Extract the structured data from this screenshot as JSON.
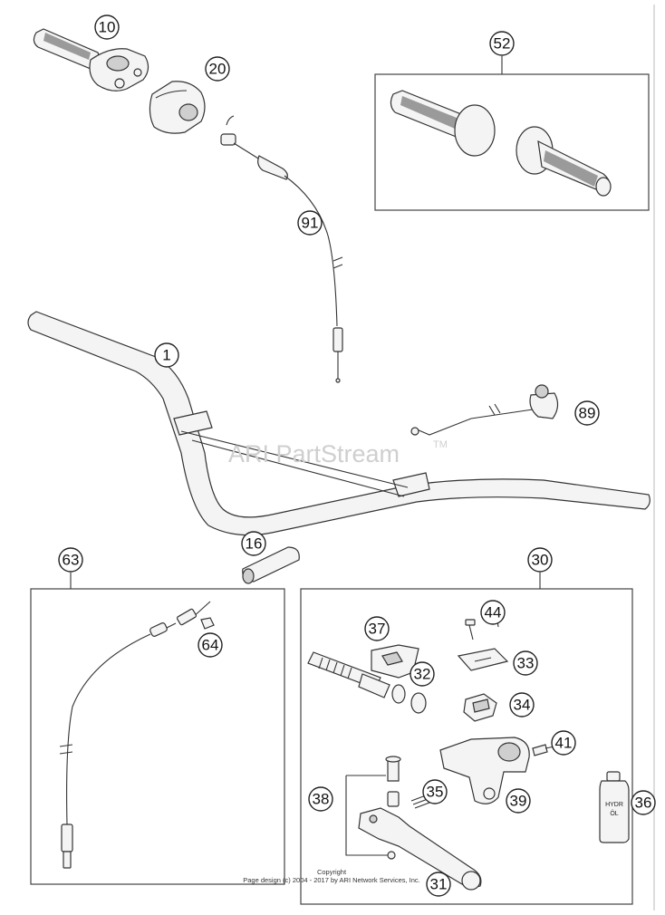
{
  "callouts": {
    "c1": "1",
    "c10": "10",
    "c16": "16",
    "c20": "20",
    "c30": "30",
    "c31": "31",
    "c32": "32",
    "c33": "33",
    "c34": "34",
    "c35": "35",
    "c36": "36",
    "c37": "37",
    "c38": "38",
    "c39": "39",
    "c41": "41",
    "c44": "44",
    "c52": "52",
    "c63": "63",
    "c64": "64",
    "c89": "89",
    "c91": "91"
  },
  "watermark": {
    "text": "ARI PartStream",
    "tm": "TM"
  },
  "copyright": {
    "line1": "Copyright",
    "line2": "Page design (c) 2004 - 2017 by ARI Network Services, Inc."
  },
  "bottle_label": {
    "line1": "HYDR",
    "line2": "ÖL"
  },
  "colors": {
    "line": "#333333",
    "fill": "#f4f4f4",
    "texture": "#8a8a8a"
  }
}
